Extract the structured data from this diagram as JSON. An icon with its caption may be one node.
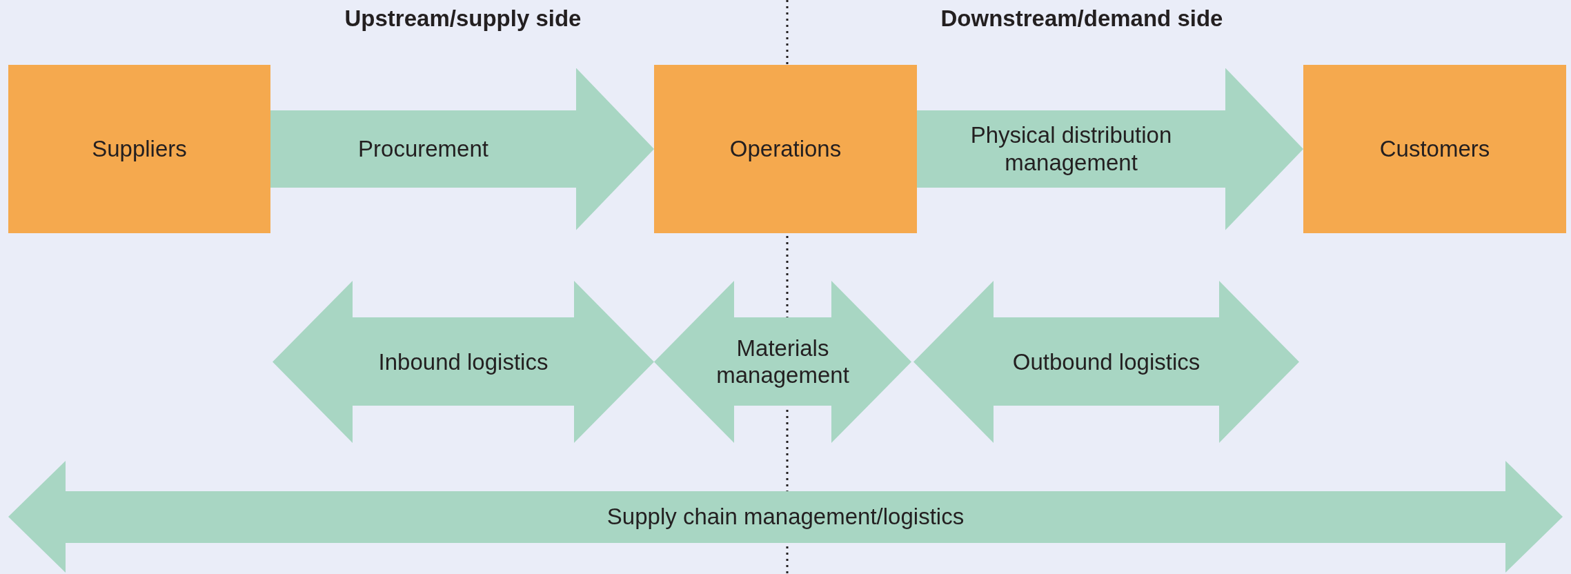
{
  "diagram": {
    "nodes": [
      {
        "text": [
          "Suppliers"
        ]
      },
      {
        "text": [
          "Operations"
        ]
      },
      {
        "text": [
          "Customers"
        ]
      },
      {
        "text": [
          "Inbound logistics"
        ]
      },
      {
        "text": [
          "Materials management"
        ]
      },
      {
        "text": [
          "Outbound logistics"
        ]
      },
      {
        "text": [
          "Supply chain management/logistics"
        ]
      }
    ],
    "edges": [
      {
        "from": 0,
        "to": 1,
        "arrow": "to",
        "label": "Procurement"
      },
      {
        "from": 1,
        "to": 2,
        "arrow": "to",
        "label": "Physical distribution management"
      }
    ],
    "labels": [
      "Upstream/supply side",
      "Downstream/demand side"
    ]
  }
}
